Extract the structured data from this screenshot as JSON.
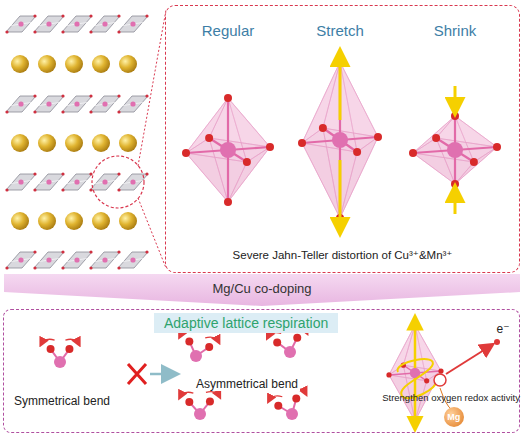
{
  "diagram": {
    "nodes": [
      {
        "text": [
          "Severe Jahn-Teller distortion of Cu³⁺&Mn³⁺"
        ]
      },
      {
        "text": [
          "Mg/Cu co-doping"
        ]
      },
      {
        "text": [
          "Adaptive lattice respiration"
        ]
      },
      {
        "text": [
          "Mg"
        ],
        "in": 2
      }
    ],
    "labels": [
      "Regular",
      "Stretch",
      "Shrink",
      "Symmetrical bend",
      "Asymmetrical bend",
      "e⁻",
      "Strengthen oxygen redox activity"
    ]
  }
}
